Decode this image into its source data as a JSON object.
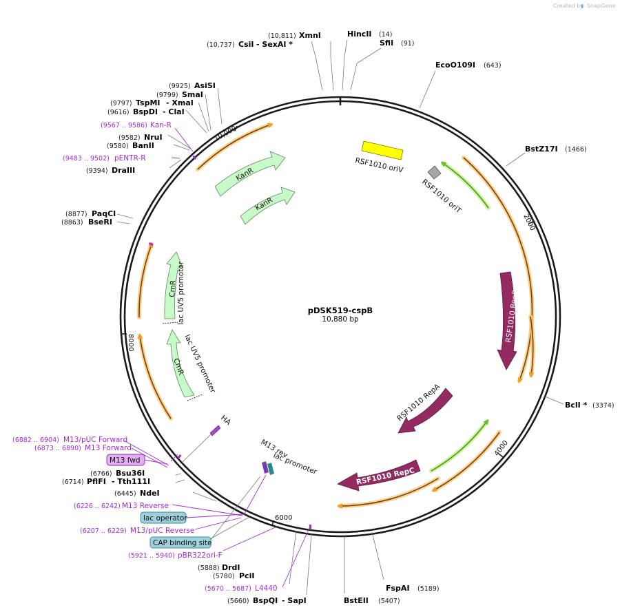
{
  "credit": {
    "prefix": "Created by",
    "brand": "SnapGene"
  },
  "plasmid": {
    "name": "pDSK519-cspB",
    "size": "10,880 bp"
  },
  "ticks": [
    {
      "label": "10,000"
    },
    {
      "label": "2000"
    },
    {
      "label": "4000"
    },
    {
      "label": "6000"
    },
    {
      "label": "8000"
    }
  ],
  "sites": {
    "xmnI": {
      "num": "(10,811)",
      "name": "XmnI"
    },
    "csiI": {
      "num": "(10,737)",
      "name": "CsiI"
    },
    "sexAI": {
      "name": "- SexAI *"
    },
    "hincII": {
      "name": "HincII",
      "num": "(14)"
    },
    "sfiI": {
      "name": "SfiI",
      "num": "(91)"
    },
    "eco0109I": {
      "name": "EcoO109I",
      "num": "(643)"
    },
    "bstZ17I": {
      "name": "BstZ17I",
      "num": "(1466)"
    },
    "bclI": {
      "name": "BclI *",
      "num": "(3374)"
    },
    "fspAI": {
      "name": "FspAI",
      "num": "(5189)"
    },
    "bstEII": {
      "name": "BstEII",
      "num": "(5407)"
    },
    "bspQI": {
      "num": "(5660)",
      "name": "BspQI"
    },
    "sapI": {
      "name": "- SapI"
    },
    "pciI": {
      "num": "(5780)",
      "name": "PciI"
    },
    "drdI": {
      "num": "(5888)",
      "name": "DrdI"
    },
    "ndeI": {
      "num": "(6445)",
      "name": "NdeI"
    },
    "pflFI": {
      "num": "(6714)",
      "name": "PflFI"
    },
    "tth111I": {
      "name": "- Tth111I"
    },
    "bsu36I": {
      "num": "(6766)",
      "name": "Bsu36I"
    },
    "bseRI": {
      "num": "(8863)",
      "name": "BseRI"
    },
    "paqCI": {
      "num": "(8877)",
      "name": "PaqCI"
    },
    "draIII": {
      "num": "(9394)",
      "name": "DraIII"
    },
    "banII": {
      "num": "(9580)",
      "name": "BanII"
    },
    "nruI": {
      "num": "(9582)",
      "name": "NruI"
    },
    "bspDI": {
      "num": "(9616)",
      "name": "BspDI"
    },
    "claI": {
      "name": "- ClaI"
    },
    "tspMI": {
      "num": "(9797)",
      "name": "TspMI"
    },
    "xmaI": {
      "name": "- XmaI"
    },
    "smaI": {
      "num": "(9799)",
      "name": "SmaI"
    },
    "asiSI": {
      "num": "(9925)",
      "name": "AsiSI"
    }
  },
  "primers": {
    "kanR": {
      "num": "(9567 .. 9586)",
      "name": "Kan-R"
    },
    "pENTR": {
      "num": "(9483 .. 9502)",
      "name": "pENTR-R"
    },
    "m13pucFwd": {
      "num": "(6882 .. 6904)",
      "name": "M13/pUC Forward"
    },
    "m13Fwd": {
      "num": "(6873 .. 6890)",
      "name": "M13 Forward"
    },
    "m13Rev": {
      "num": "(6226 .. 6242)",
      "name": "M13 Reverse"
    },
    "m13pucRev": {
      "num": "(6207 .. 6229)",
      "name": "M13/pUC Reverse"
    },
    "pBR322": {
      "num": "(5921 .. 5940)",
      "name": "pBR322ori-F"
    },
    "l4440": {
      "num": "(5670 .. 5687)",
      "name": "L4440"
    }
  },
  "boxes": {
    "m13fwd": {
      "label": "M13 fwd",
      "fill": "#e2aef0",
      "stroke": "#8a2ea8"
    },
    "lacOperator": {
      "label": "lac operator",
      "fill": "#9fd0db",
      "stroke": "#3b8a99"
    },
    "cap": {
      "label": "CAP binding site",
      "fill": "#9fd0db",
      "stroke": "#3b8a99"
    }
  },
  "features": {
    "rsf1010OriV": "RSF1010 oriV",
    "rsf1010OriT": "RSF1010 oriT",
    "repB": "RSF1010 RepB",
    "repA": "RSF1010 RepA",
    "repC": "RSF1010 RepC",
    "kanR1": "KanR",
    "kanR2": "KanR",
    "cmR1": "CmR",
    "cmR2": "CmR",
    "lacUV5a": "lac UV5 promoter",
    "lacUV5b": "lac UV5 promoter",
    "ha": "HA",
    "m13rev": "M13 rev",
    "lacPromoter": "lac promoter"
  },
  "colors": {
    "backbone": "#1a1a1a",
    "orf": "#8a4a14",
    "orfGlow": "#f7c46a",
    "greenOrf": "#4d9a1a",
    "greenGlow": "#c6f08f",
    "repProtein": "#932b61",
    "resistance": "#c8f9c8",
    "resistanceStroke": "#5a8a5a",
    "oriV": "#ffff00",
    "oriT": "#a6a6a6",
    "primer": "#a22bd6"
  }
}
